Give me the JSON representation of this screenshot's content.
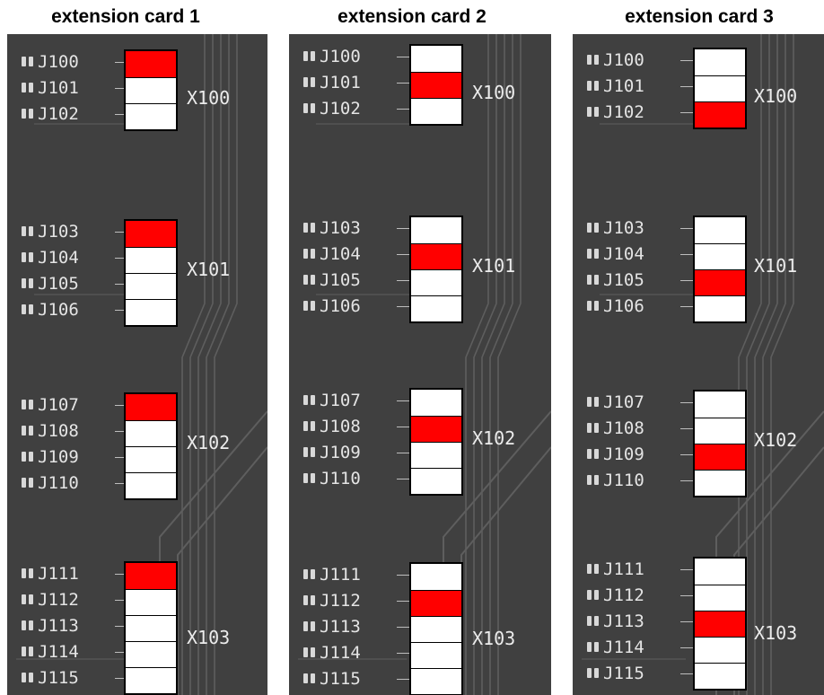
{
  "panels": [
    {
      "title": "extension card 1",
      "groups": [
        {
          "name": "X100",
          "pins": [
            "J100",
            "J101",
            "J102"
          ],
          "active": 0
        },
        {
          "name": "X101",
          "pins": [
            "J103",
            "J104",
            "J105",
            "J106"
          ],
          "active": 0
        },
        {
          "name": "X102",
          "pins": [
            "J107",
            "J108",
            "J109",
            "J110"
          ],
          "active": 0
        },
        {
          "name": "X103",
          "pins": [
            "J111",
            "J112",
            "J113",
            "J114",
            "J115"
          ],
          "active": 0
        }
      ]
    },
    {
      "title": "extension card 2",
      "groups": [
        {
          "name": "X100",
          "pins": [
            "J100",
            "J101",
            "J102"
          ],
          "active": 1
        },
        {
          "name": "X101",
          "pins": [
            "J103",
            "J104",
            "J105",
            "J106"
          ],
          "active": 1
        },
        {
          "name": "X102",
          "pins": [
            "J107",
            "J108",
            "J109",
            "J110"
          ],
          "active": 1
        },
        {
          "name": "X103",
          "pins": [
            "J111",
            "J112",
            "J113",
            "J114",
            "J115"
          ],
          "active": 1
        }
      ]
    },
    {
      "title": "extension card 3",
      "groups": [
        {
          "name": "X100",
          "pins": [
            "J100",
            "J101",
            "J102"
          ],
          "active": 2
        },
        {
          "name": "X101",
          "pins": [
            "J103",
            "J104",
            "J105",
            "J106"
          ],
          "active": 2
        },
        {
          "name": "X102",
          "pins": [
            "J107",
            "J108",
            "J109",
            "J110"
          ],
          "active": 2
        },
        {
          "name": "X103",
          "pins": [
            "J111",
            "J112",
            "J113",
            "J114",
            "J115"
          ],
          "active": 2
        }
      ]
    }
  ],
  "colors": {
    "board": "#404040",
    "active_jumper": "#ff0000",
    "inactive_jumper": "#ffffff",
    "silkscreen": "#e4e4e4"
  }
}
